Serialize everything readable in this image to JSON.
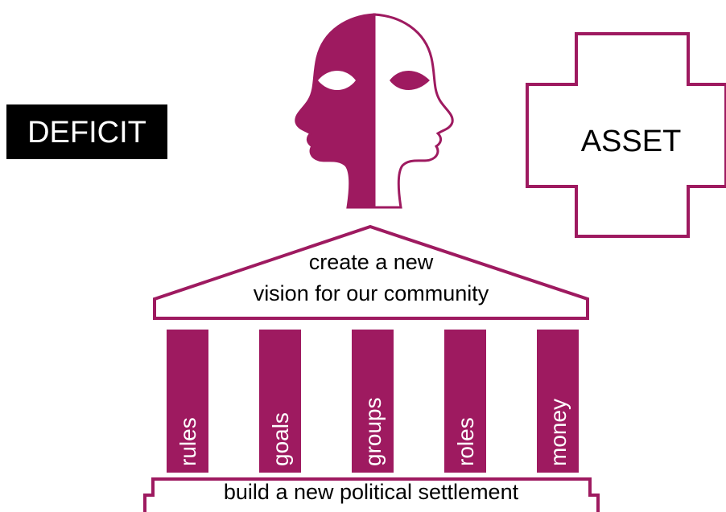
{
  "colors": {
    "accent": "#9E1A60",
    "ink": "#000000",
    "paper": "#FFFFFF"
  },
  "deficit": {
    "label": "DEFICIT"
  },
  "asset": {
    "label": "ASSET"
  },
  "face": {
    "icon": "two-faced-head-icon"
  },
  "roof": {
    "line1": "create a new",
    "line2": "vision for our community"
  },
  "pillars": [
    {
      "label": "rules"
    },
    {
      "label": "goals"
    },
    {
      "label": "groups"
    },
    {
      "label": "roles"
    },
    {
      "label": "money"
    }
  ],
  "base": {
    "label": "build a new political settlement"
  }
}
